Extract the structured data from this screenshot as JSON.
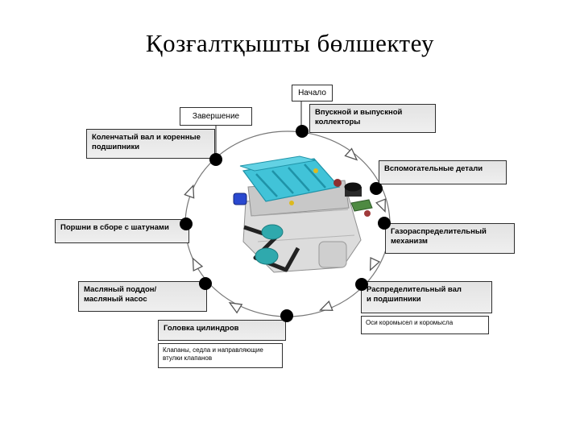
{
  "slide": {
    "title": "Қозғалтқышты бөлшектеу",
    "background": "#ffffff"
  },
  "colors": {
    "step_box_fill": "#e6e6e6",
    "terminal_box_fill": "#ffffff",
    "box_border": "#2f2f2f",
    "circle_stroke": "#777777",
    "node_dot": "#000000",
    "arrow_fill": "#ffffff",
    "arrow_stroke": "#555555",
    "engine_manifold": "#41c3d8",
    "engine_block": "#dcdcdc",
    "engine_pulley": "#2fa9ad"
  },
  "nodes": {
    "start": {
      "label": "Начало"
    },
    "finish": {
      "label": "Завершение"
    },
    "manifolds": {
      "label": "Впускной и выпускной\nколлекторы"
    },
    "auxiliary": {
      "label": "Вспомогательные детали"
    },
    "valvetrain": {
      "label": "Газораспределительный\nмеханизм"
    },
    "camshaft": {
      "label": "Распределительный вал\nи подшипники"
    },
    "rocker_axes": {
      "label": "Оси коромысел и коромысла"
    },
    "cylinder_head": {
      "label": "Головка цилиндров"
    },
    "valves": {
      "label": "Клапаны, седла и направляющие\nвтулки клапанов"
    },
    "oil_pan": {
      "label": "Масляный поддон/\nмасляный насос"
    },
    "pistons": {
      "label": "Поршни в сборе с шатунами"
    },
    "crankshaft": {
      "label": "Коленчатый вал и коренные\nподшипники"
    }
  }
}
